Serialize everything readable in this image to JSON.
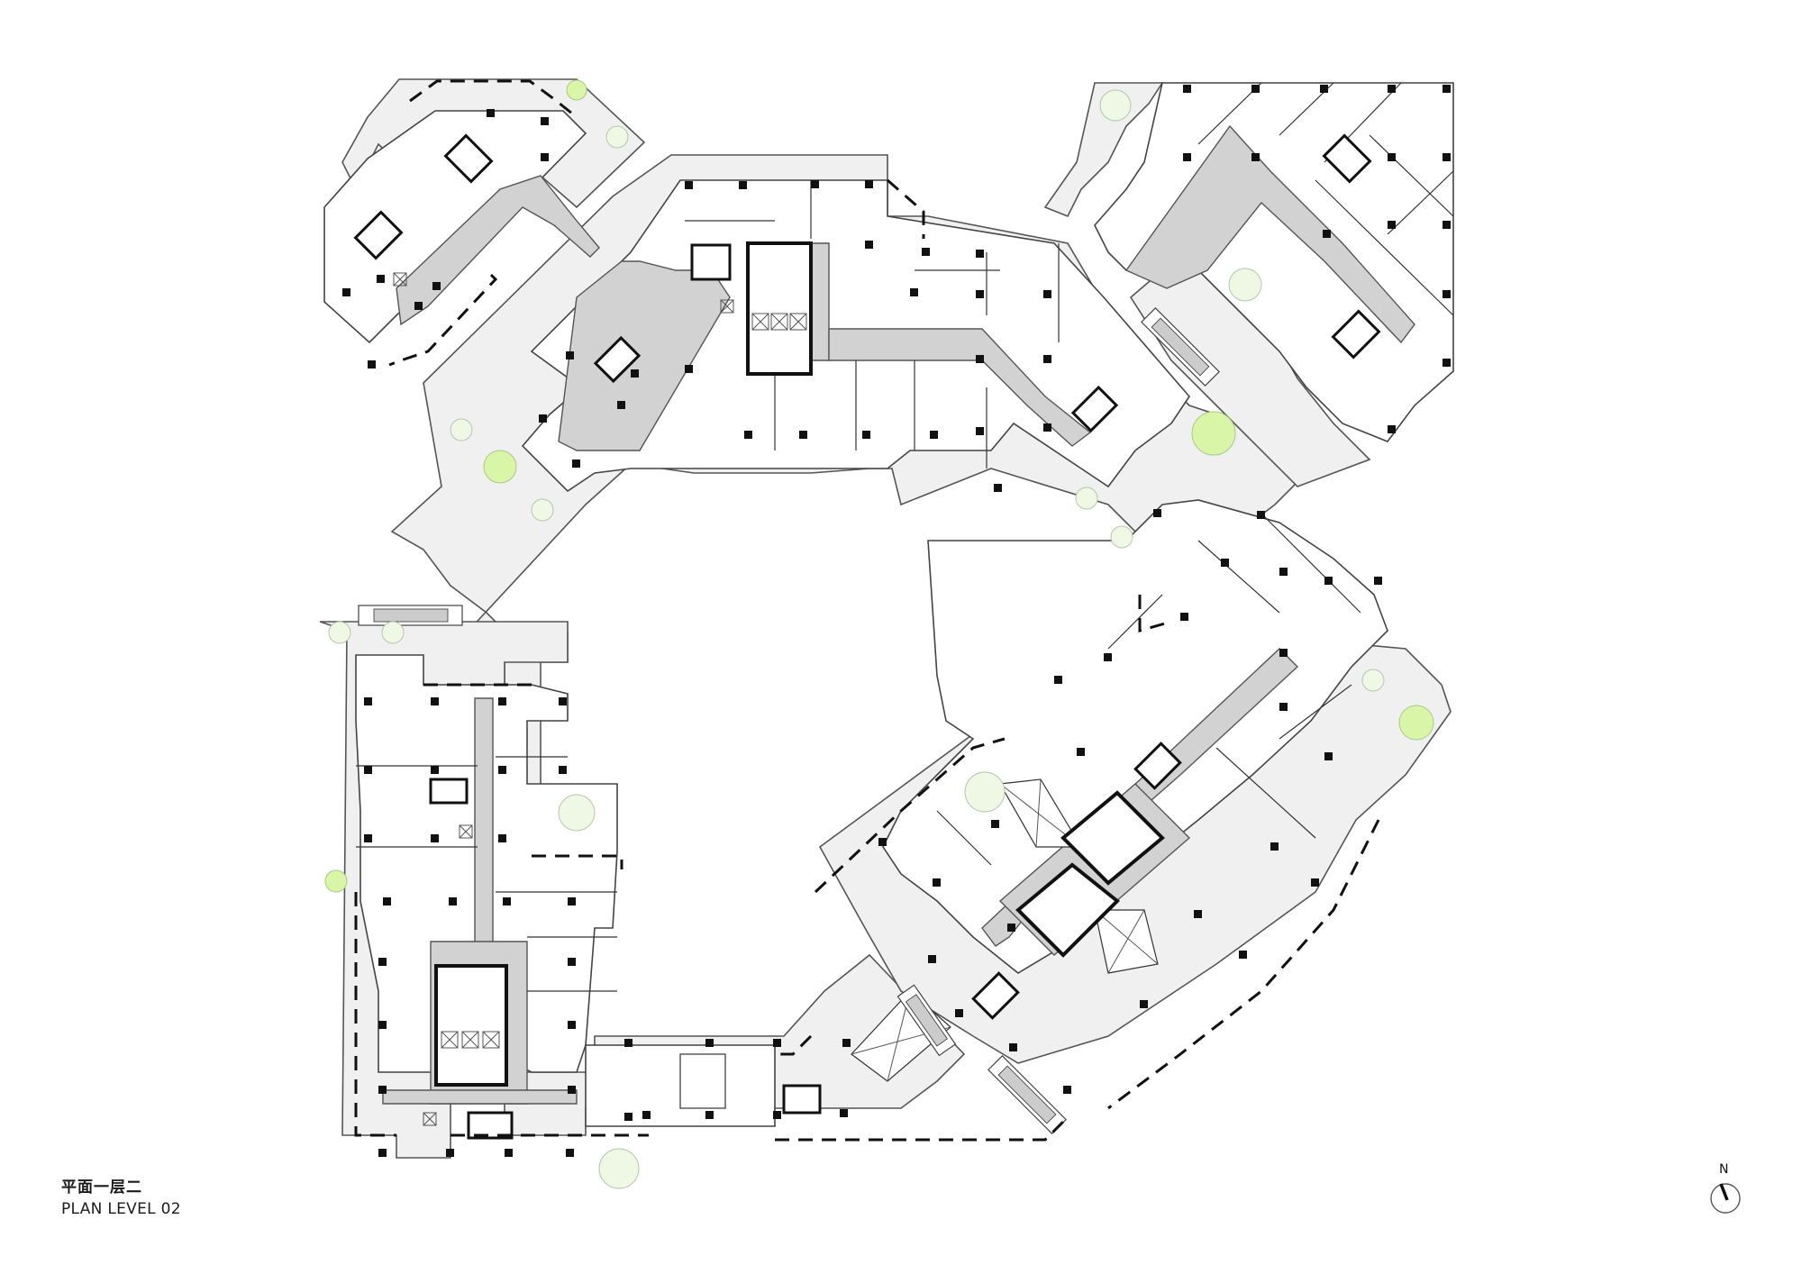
{
  "drawing": {
    "title_cn": "平面一层二",
    "title_en": "PLAN LEVEL 02",
    "north_label": "N",
    "colors": {
      "background": "#ffffff",
      "walkway": "#f0f0f0",
      "corridor": "#d2d2d2",
      "wall": "#444444",
      "column": "#111111",
      "tree_bright": "#d9f5a8",
      "tree_pale": "#eef8e4"
    }
  },
  "legend_elements": {
    "walkway_icon": "light-grey-fill",
    "corridor_icon": "mid-grey-fill",
    "column_icon": "black-square",
    "tree_icon": "green-cloud-circle",
    "stair_icon": "hatched-rectangle",
    "elevator_icon": "box-with-x",
    "escalator_icon": "long-hatched-strip",
    "boundary_icon": "dashed-line",
    "north_arrow_icon": "circle-with-needle"
  }
}
